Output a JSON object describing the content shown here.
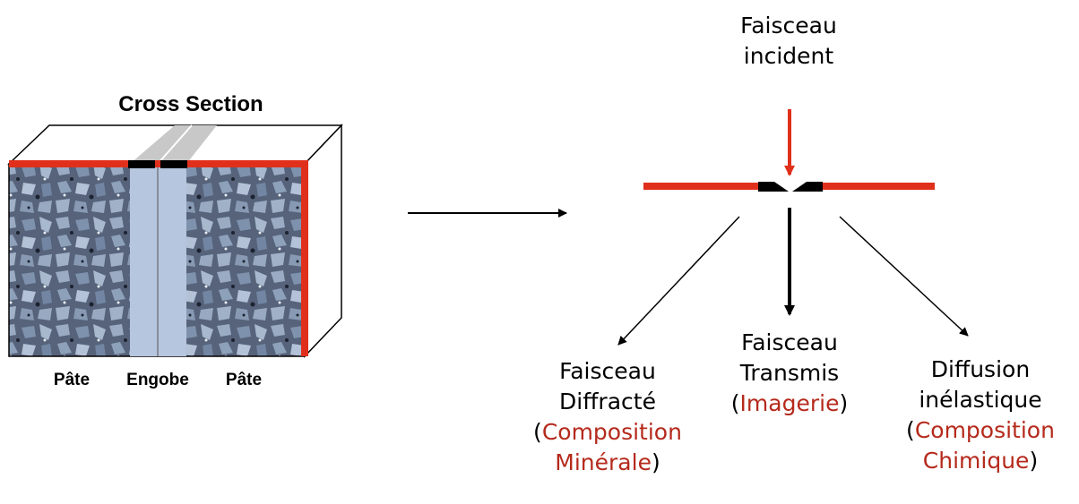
{
  "cross_section": {
    "title": "Cross Section",
    "labels": {
      "left": "Pâte",
      "middle": "Engobe",
      "right": "Pâte"
    }
  },
  "beam": {
    "incident": [
      "Faisceau",
      "incident"
    ]
  },
  "outputs": {
    "diffracted": {
      "line1": "Faisceau",
      "line2": "Diffracté",
      "detail_line1": "Composition",
      "detail_line2": "Minérale"
    },
    "transmitted": {
      "line1": "Faisceau",
      "line2": "Transmis",
      "detail": "Imagerie"
    },
    "inelastic": {
      "line1": "Diffusion",
      "line2": "inélastique",
      "detail_line1": "Composition",
      "detail_line2": "Chimique"
    }
  },
  "colors": {
    "red": "#e0301c",
    "dark_red_text": "#b52a1c",
    "sample_blue": "#7d8fa8",
    "engobe": "#b6c6de",
    "black": "#000000"
  }
}
